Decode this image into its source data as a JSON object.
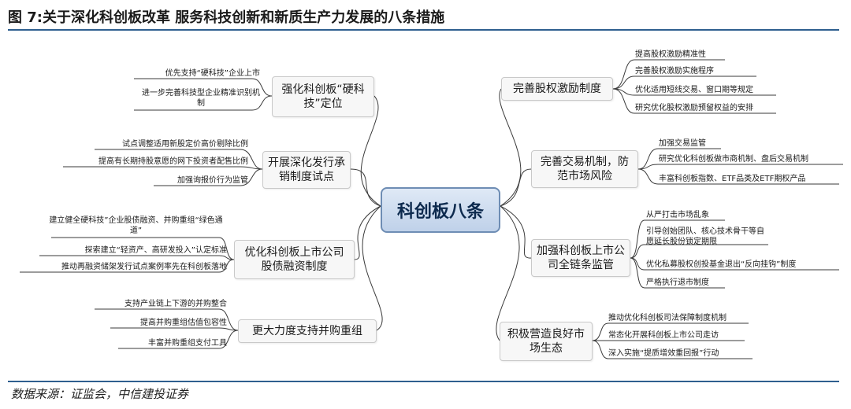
{
  "title": "图 7:关于深化科创板改革  服务科技创新和新质生产力发展的八条措施",
  "source": "数据来源：证监会，中信建投证券",
  "center": "科创板八条",
  "branches": {
    "b1": {
      "label": "强化科创板“硬科技”定位",
      "leaves": [
        "优先支持“硬科技”企业上市",
        "进一步完善科技型企业精准识别机制"
      ]
    },
    "b2": {
      "label": "开展深化发行承销制度试点",
      "leaves": [
        "试点调整适用新股定价高价剔除比例",
        "提高有长期持股意愿的网下投资者配售比例",
        "加强询报价行为监管"
      ]
    },
    "b3": {
      "label": "优化科创板上市公司股债融资制度",
      "leaves": [
        "建立健全硬科技”企业股债融资、并购重组“绿色通道”",
        "探索建立“轻资产、高研发投入”认定标准",
        "推动再融资储架发行试点案例率先在科创板落地"
      ]
    },
    "b4": {
      "label": "更大力度支持并购重组",
      "leaves": [
        "支持产业链上下游的并购整合",
        "提高并购重组估值包容性",
        "丰富并购重组支付工具"
      ]
    },
    "b5": {
      "label": "完善股权激励制度",
      "leaves": [
        "提高股权激励精准性",
        "完善股权激励实施程序",
        "优化适用短线交易、窗口期等规定",
        "研究优化股权激励预留权益的安排"
      ]
    },
    "b6": {
      "label": "完善交易机制，防范市场风险",
      "leaves": [
        "加强交易监管",
        "研究优化科创板做市商机制、盘后交易机制",
        "丰富科创板指数、ETF品类及ETF期权产品"
      ]
    },
    "b7": {
      "label": "加强科创板上市公司全链条监管",
      "leaves": [
        "从严打击市场乱象",
        "引导创始团队、核心技术骨干等自愿延长股份锁定期限",
        "优化私募股权创投基金退出“反向挂钩”制度",
        "严格执行退市制度"
      ]
    },
    "b8": {
      "label": "积极营造良好市场生态",
      "leaves": [
        "推动优化科创板司法保障制度机制",
        "常态化开展科创板上市公司走访",
        "深入实施“提质增效重回报”行动"
      ]
    }
  }
}
